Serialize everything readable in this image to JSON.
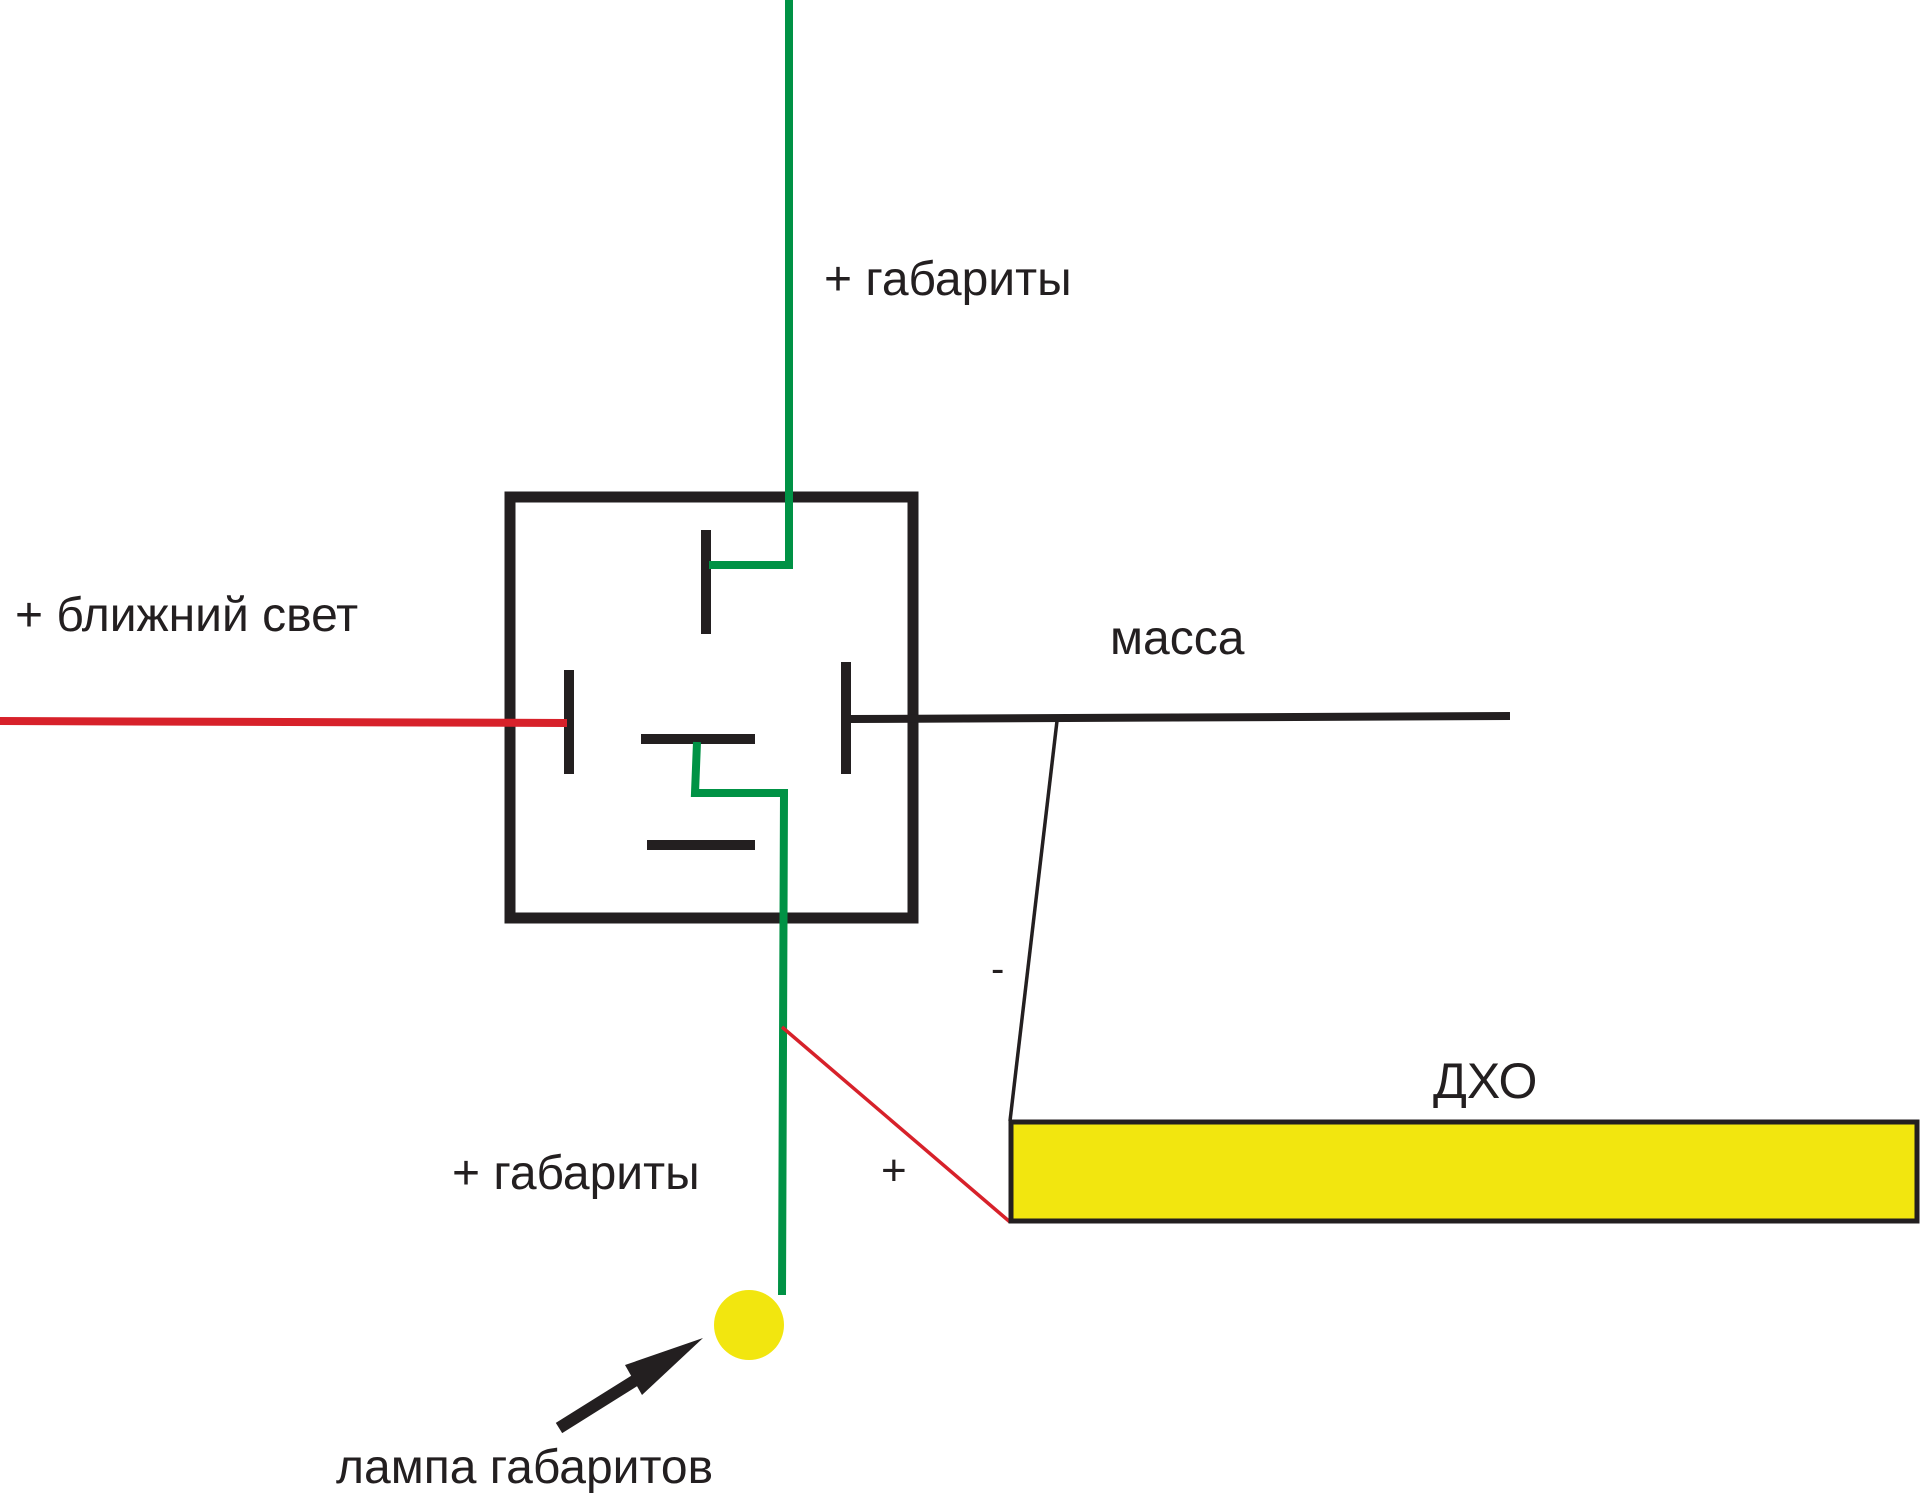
{
  "labels": {
    "top_parking": "+ габариты",
    "low_beam": "+ ближний свет",
    "ground": "масса",
    "minus": "-",
    "drl": "ДХО",
    "bottom_parking": "+ габариты",
    "plus": "+",
    "lamp": "лампа габаритов"
  },
  "colors": {
    "green_wire": "#009245",
    "red_wire": "#d7212a",
    "black": "#231f20",
    "drl_fill": "#f2e60f",
    "lamp_fill": "#f2e60f",
    "background": "#ffffff"
  }
}
